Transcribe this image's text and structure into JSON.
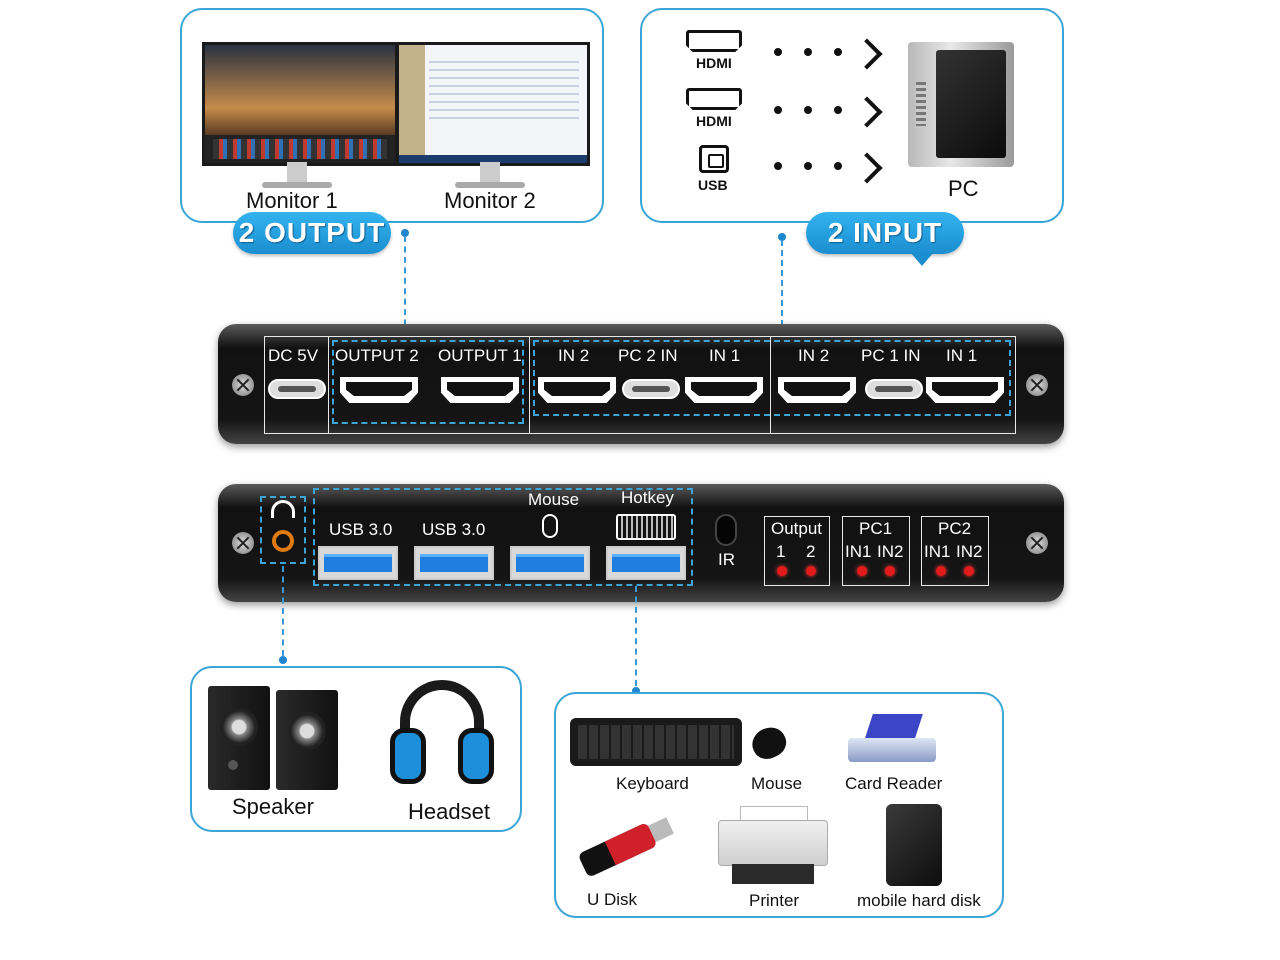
{
  "monitors_panel": {
    "monitor1_label": "Monitor 1",
    "monitor2_label": "Monitor 2",
    "badge": "2 OUTPUT"
  },
  "pc_panel": {
    "hdmi1_label": "HDMI",
    "hdmi2_label": "HDMI",
    "usb_label": "USB",
    "pc_label": "PC",
    "badge": "2 INPUT"
  },
  "rear_panel": {
    "dc": "DC 5V",
    "output2": "OUTPUT 2",
    "output1": "OUTPUT 1",
    "pc2_in2": "IN 2",
    "pc2_in": "PC 2 IN",
    "pc2_in1": "IN 1",
    "pc1_in2": "IN 2",
    "pc1_in": "PC 1 IN",
    "pc1_in1": "IN 1"
  },
  "front_panel": {
    "usb1": "USB 3.0",
    "usb2": "USB 3.0",
    "mouse": "Mouse",
    "hotkey": "Hotkey",
    "ir": "IR",
    "output_title": "Output",
    "output_1": "1",
    "output_2": "2",
    "pc1_title": "PC1",
    "pc1_in1": "IN1",
    "pc1_in2": "IN2",
    "pc2_title": "PC2",
    "pc2_in1": "IN1",
    "pc2_in2": "IN2"
  },
  "audio_panel": {
    "speaker": "Speaker",
    "headset": "Headset"
  },
  "usb_devices_panel": {
    "keyboard": "Keyboard",
    "mouse": "Mouse",
    "card_reader": "Card Reader",
    "u_disk": "U Disk",
    "printer": "Printer",
    "hard_disk": "mobile hard disk"
  },
  "colors": {
    "accent": "#3aa5d6",
    "led": "#e21a1a",
    "usb_blue": "#1e7fe0"
  }
}
